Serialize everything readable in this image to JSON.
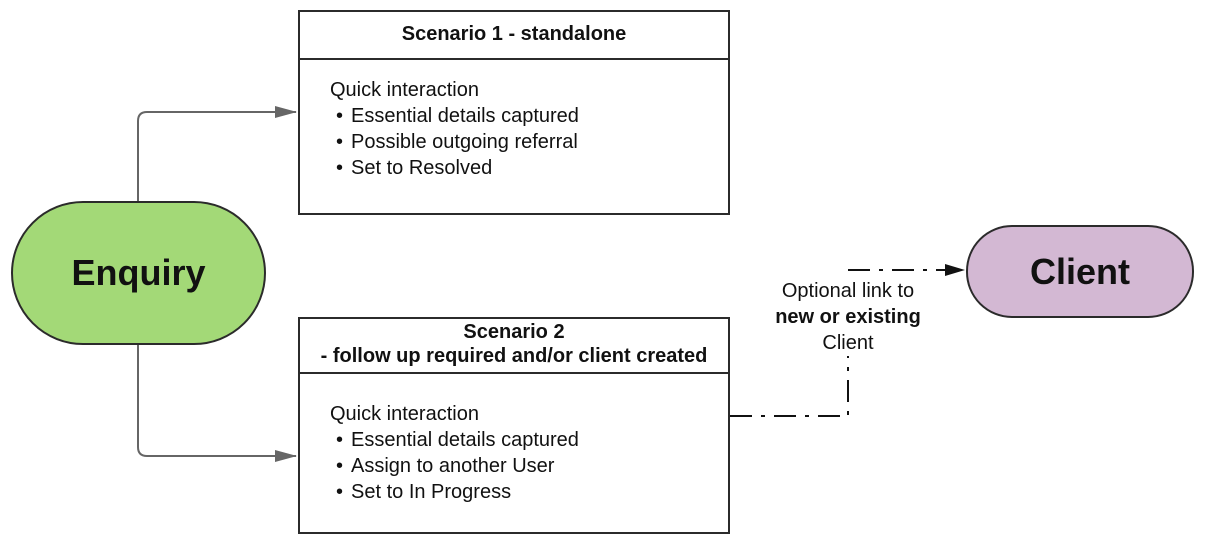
{
  "colors": {
    "enquiry_fill": "#a3d977",
    "client_fill": "#d3b8d3",
    "stroke": "#2b2b2b",
    "connector": "#666666",
    "dashed_connector": "#111111"
  },
  "enquiry": {
    "label": "Enquiry"
  },
  "client": {
    "label": "Client"
  },
  "scenario1": {
    "title": "Scenario 1 - standalone",
    "intro": "Quick interaction",
    "bullets": [
      "Essential details captured",
      "Possible outgoing referral",
      "Set to Resolved"
    ]
  },
  "scenario2": {
    "title_line1": "Scenario 2",
    "title_line2": "- follow up required and/or client created",
    "intro": "Quick interaction",
    "bullets": [
      "Essential details captured",
      "Assign to another User",
      "Set to In Progress"
    ]
  },
  "link_label": {
    "line1": "Optional link to",
    "line2": "new or existing",
    "line3": "Client"
  }
}
